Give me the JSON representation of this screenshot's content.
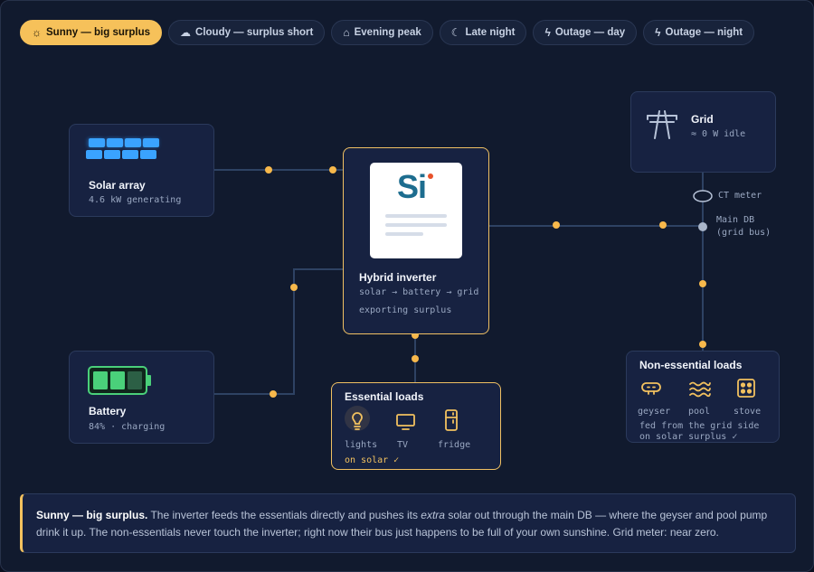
{
  "scenarios": [
    {
      "label": "Sunny — big surplus",
      "icon": "☼",
      "active": true
    },
    {
      "label": "Cloudy — surplus short",
      "icon": "☁",
      "active": false
    },
    {
      "label": "Evening peak",
      "icon": "⌂",
      "active": false
    },
    {
      "label": "Late night",
      "icon": "☾",
      "active": false
    },
    {
      "label": "Outage — day",
      "icon": "ϟ",
      "active": false
    },
    {
      "label": "Outage — night",
      "icon": "ϟ",
      "active": false
    }
  ],
  "solar": {
    "title": "Solar array",
    "status": "4.6 kW generating"
  },
  "battery": {
    "title": "Battery",
    "status": "84% · charging",
    "charge_cells_filled": 2,
    "charge_cells_total": 3
  },
  "inverter": {
    "logo_text": "Si",
    "title": "Hybrid inverter",
    "path": "solar → battery → grid",
    "status": "exporting surplus"
  },
  "grid": {
    "title": "Grid",
    "status": "≈ 0 W idle"
  },
  "ct_meter": {
    "label": "CT meter"
  },
  "main_db": {
    "line1": "Main DB",
    "line2": "(grid bus)"
  },
  "essential": {
    "title": "Essential loads",
    "items": [
      {
        "label": "lights",
        "icon": "lightbulb-icon"
      },
      {
        "label": "TV",
        "icon": "tv-icon"
      },
      {
        "label": "fridge",
        "icon": "fridge-icon"
      }
    ],
    "status": "on solar ✓"
  },
  "nonessential": {
    "title": "Non-essential loads",
    "items": [
      {
        "label": "geyser",
        "icon": "geyser-icon"
      },
      {
        "label": "pool",
        "icon": "pool-icon"
      },
      {
        "label": "stove",
        "icon": "stove-icon"
      }
    ],
    "status_line1": "fed from the grid side",
    "status_line2": "on solar surplus ✓"
  },
  "explanation": {
    "lead": "Sunny — big surplus.",
    "text_a": " The inverter feeds the essentials directly and pushes its ",
    "emphasis": "extra",
    "text_b": " solar out through the main DB — where the geyser and pool pump drink it up. The non-essentials never touch the inverter; right now their bus just happens to be full of your own sunshine. Grid meter: near zero."
  },
  "colors": {
    "accent": "#f6c15a",
    "wire": "#2e4263",
    "flow_dot": "#f7b84b",
    "panel": "#172241",
    "battery_green": "#4ad07a",
    "solar_blue": "#3aa3ff"
  }
}
